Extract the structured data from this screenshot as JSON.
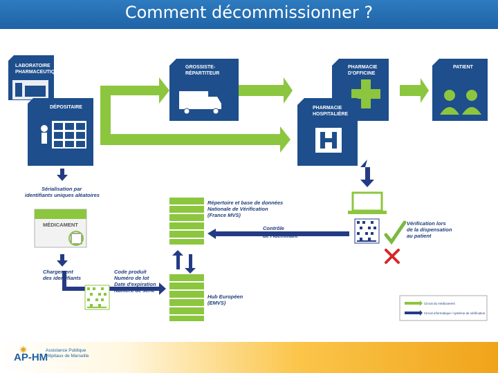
{
  "title": "Comment décommissionner ?",
  "boxes": {
    "lab_line1": "LABORATOIRE",
    "lab_line2": "PHARMACEUTIQUE",
    "depositaire": "DÉPOSITAIRE",
    "grossiste_line1": "GROSSISTE-",
    "grossiste_line2": "RÉPARTITEUR",
    "officine_line1": "PHARMACIE",
    "officine_line2": "D'OFFICINE",
    "hospital_line1": "PHARMACIE",
    "hospital_line2": "HOSPITALIÈRE",
    "patient": "PATIENT"
  },
  "labels": {
    "serialisation_line1": "Sérialisation par",
    "serialisation_line2": "identifiants uniques aléatoires",
    "medicament": "MÉDICAMENT",
    "chargement_line1": "Chargement",
    "chargement_line2": "des identifiants",
    "code_line1": "Code produit",
    "code_line2": "Numéro de lot",
    "code_line3": "Date d'expiration",
    "code_line4": "Numéro de série",
    "repertoire_line1": "Répertoire et base de données",
    "repertoire_line2": "Nationale de Vérification",
    "repertoire_line3": "(France MVS)",
    "controle_line1": "Contrôle",
    "controle_line2": "de l'identifiant",
    "hub_line1": "Hub Européen",
    "hub_line2": "(EMVS)",
    "verif_line1": "Vérification lors",
    "verif_line2": "de la dispensation",
    "verif_line3": "au patient"
  },
  "legend": {
    "green_flow": "Circuit du médicament",
    "blue_flow": "Circuit informatique / système de vérification"
  },
  "footer": {
    "logo_text": "AP-HM",
    "logo_line1": "Assistance Publique",
    "logo_line2": "Hôpitaux de Marseille"
  },
  "colors": {
    "box": "#1e4e8c",
    "green_flow": "#8cc63f",
    "blue_flow": "#243b84",
    "check": "#7ab940",
    "cross": "#d7262a"
  }
}
